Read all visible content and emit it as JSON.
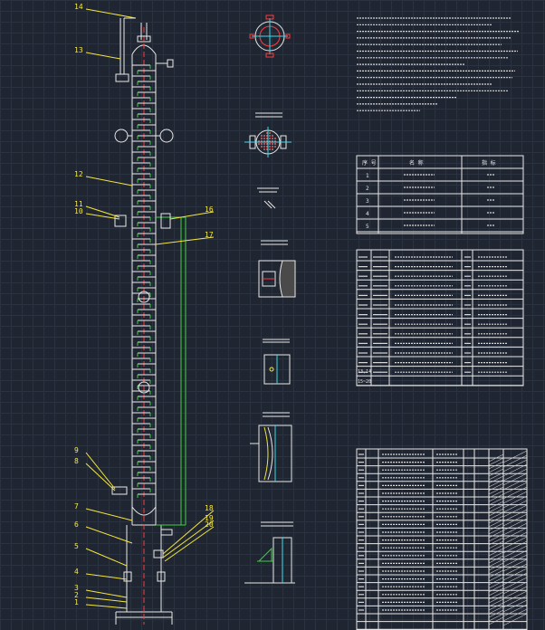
{
  "leaders": [
    {
      "id": "14",
      "label": "14"
    },
    {
      "id": "13",
      "label": "13"
    },
    {
      "id": "12",
      "label": "12"
    },
    {
      "id": "11",
      "label": "11"
    },
    {
      "id": "10",
      "label": "10"
    },
    {
      "id": "16",
      "label": "16"
    },
    {
      "id": "17",
      "label": "17"
    },
    {
      "id": "9",
      "label": "9"
    },
    {
      "id": "8",
      "label": "8"
    },
    {
      "id": "7",
      "label": "7"
    },
    {
      "id": "6",
      "label": "6"
    },
    {
      "id": "5",
      "label": "5"
    },
    {
      "id": "4",
      "label": "4"
    },
    {
      "id": "3",
      "label": "3"
    },
    {
      "id": "2",
      "label": "2"
    },
    {
      "id": "1",
      "label": "1"
    },
    {
      "id": "18",
      "label": "18"
    },
    {
      "id": "19",
      "label": "19"
    },
    {
      "id": "20",
      "label": "20"
    }
  ],
  "notes": {
    "title": "",
    "lines": []
  },
  "design_table": {
    "headers": [
      "序 号",
      "名 称",
      "指 标"
    ],
    "rows": [
      {
        "no": "1",
        "name": "",
        "value": ""
      },
      {
        "no": "2",
        "name": "",
        "value": ""
      },
      {
        "no": "3",
        "name": "",
        "value": ""
      },
      {
        "no": "4",
        "name": "",
        "value": ""
      },
      {
        "no": "5",
        "name": "",
        "value": ""
      }
    ]
  },
  "nozzle_rows": [
    {
      "no": ""
    },
    {
      "no": ""
    },
    {
      "no": ""
    },
    {
      "no": ""
    },
    {
      "no": ""
    },
    {
      "no": ""
    },
    {
      "no": ""
    },
    {
      "no": ""
    },
    {
      "no": ""
    },
    {
      "no": ""
    },
    {
      "no": ""
    },
    {
      "no": ""
    },
    {
      "no": "13,14"
    },
    {
      "no": "15~20"
    }
  ],
  "colors": {
    "background": "#202631",
    "grid": "#2b3340",
    "line": "#e8e8e8",
    "accent_yellow": "#f5e63c",
    "accent_red": "#ff3b3b",
    "accent_green": "#3ad23a",
    "accent_cyan": "#3ad8e8"
  }
}
